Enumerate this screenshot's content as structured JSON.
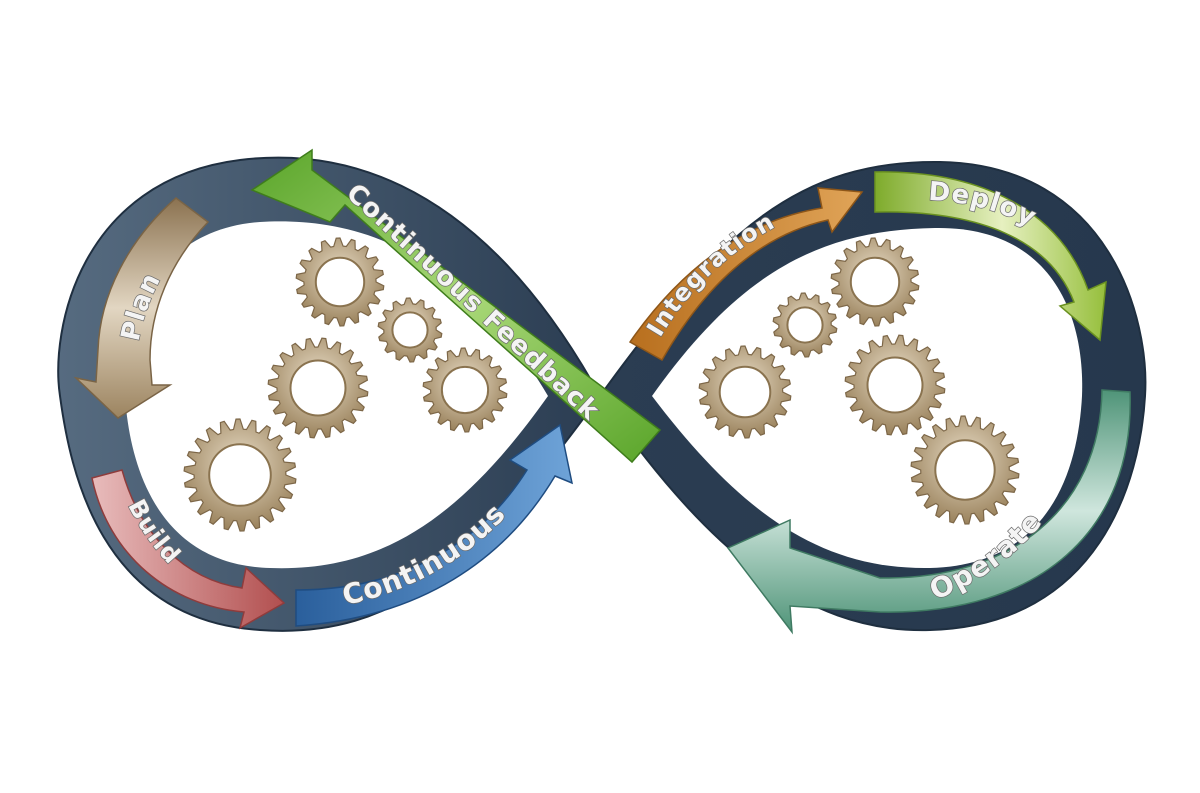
{
  "stages": {
    "plan": "Plan",
    "build": "Build",
    "continuous": "Continuous",
    "integration": "Integration",
    "deploy": "Deploy",
    "operate": "Operate",
    "feedback": "Continuous Feedback"
  },
  "colors": {
    "band_dark": "#26384d",
    "band_light": "#566b80",
    "plan": "#a68e6c",
    "build": "#c06868",
    "continuous": "#3a76b4",
    "integration": "#c2822f",
    "deploy": "#8fbc3e",
    "operate": "#5f9f89",
    "feedback": "#6db23a",
    "gear": "#b9a17c"
  }
}
